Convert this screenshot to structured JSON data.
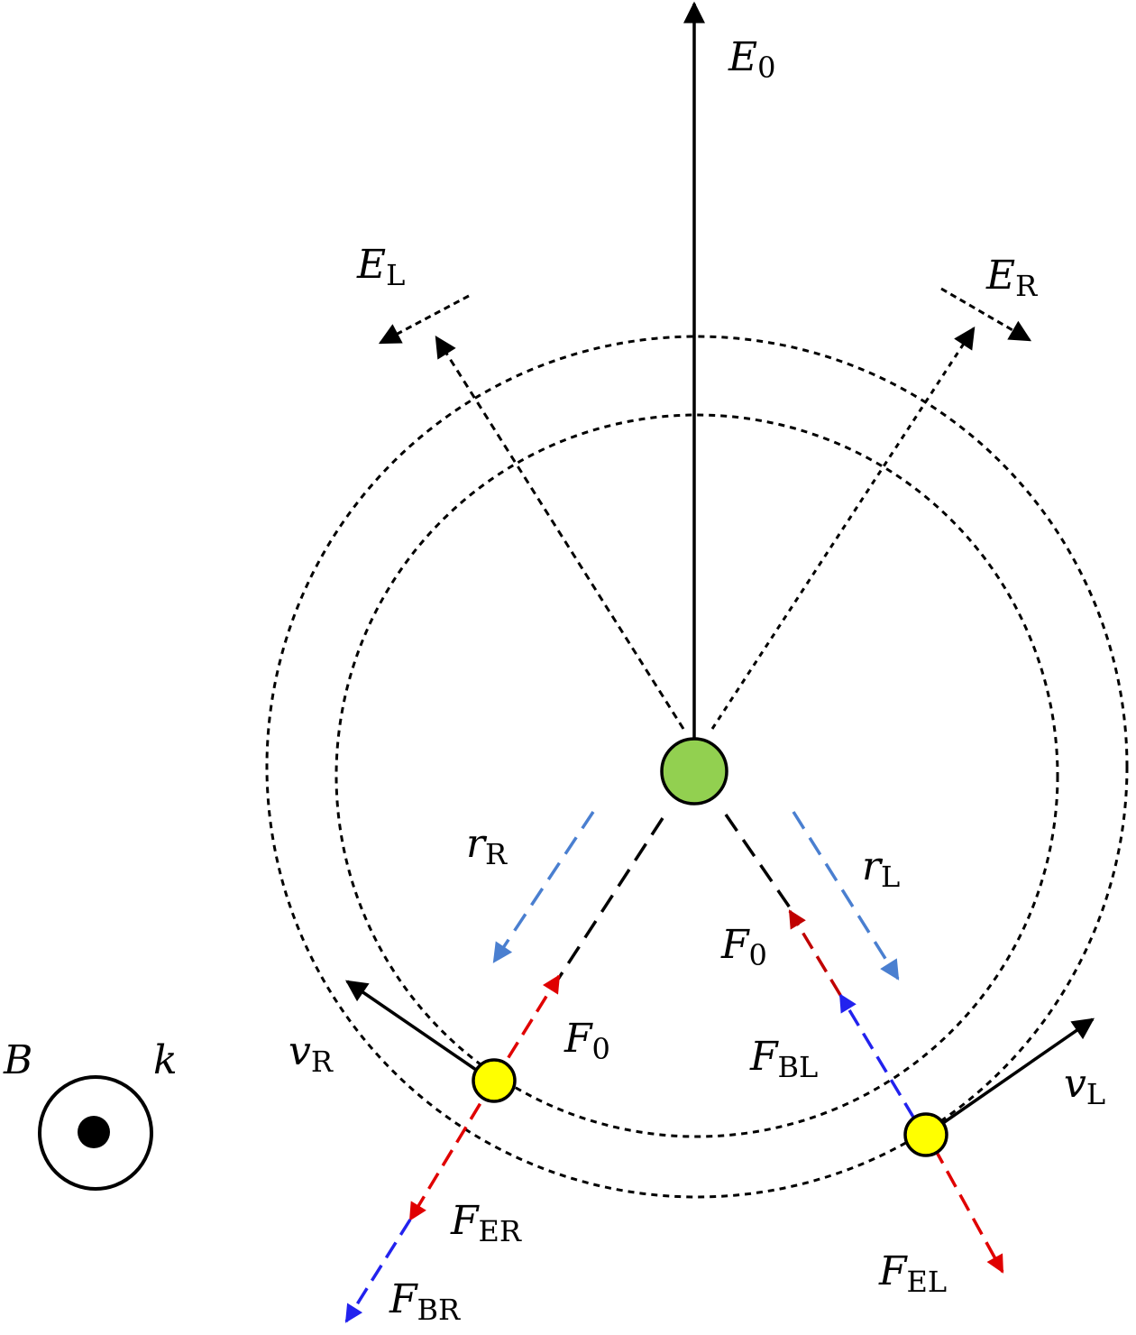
{
  "labels": {
    "E0": {
      "main": "E",
      "sub": "0"
    },
    "EL": {
      "main": "E",
      "sub": "L"
    },
    "ER": {
      "main": "E",
      "sub": "R"
    },
    "rR": {
      "main": "r",
      "sub": "R"
    },
    "rL": {
      "main": "r",
      "sub": "L"
    },
    "F0_left": {
      "main": "F",
      "sub": "0"
    },
    "F0_right": {
      "main": "F",
      "sub": "0"
    },
    "vR": {
      "main": "v",
      "sub": "R"
    },
    "vL": {
      "main": "v",
      "sub": "L"
    },
    "FBL": {
      "main": "F",
      "sub": "BL"
    },
    "FER": {
      "main": "F",
      "sub": "ER"
    },
    "FBR": {
      "main": "F",
      "sub": "BR"
    },
    "FEL": {
      "main": "F",
      "sub": "EL"
    },
    "B": "B",
    "k": "k"
  },
  "colors": {
    "center_charge": "#92d050",
    "orbiting_charge": "#ffff00",
    "electric_force": "#e00000",
    "magnetic_force": "#2222ee",
    "radius_vector": "#4a7fd0",
    "outline": "#000000"
  }
}
